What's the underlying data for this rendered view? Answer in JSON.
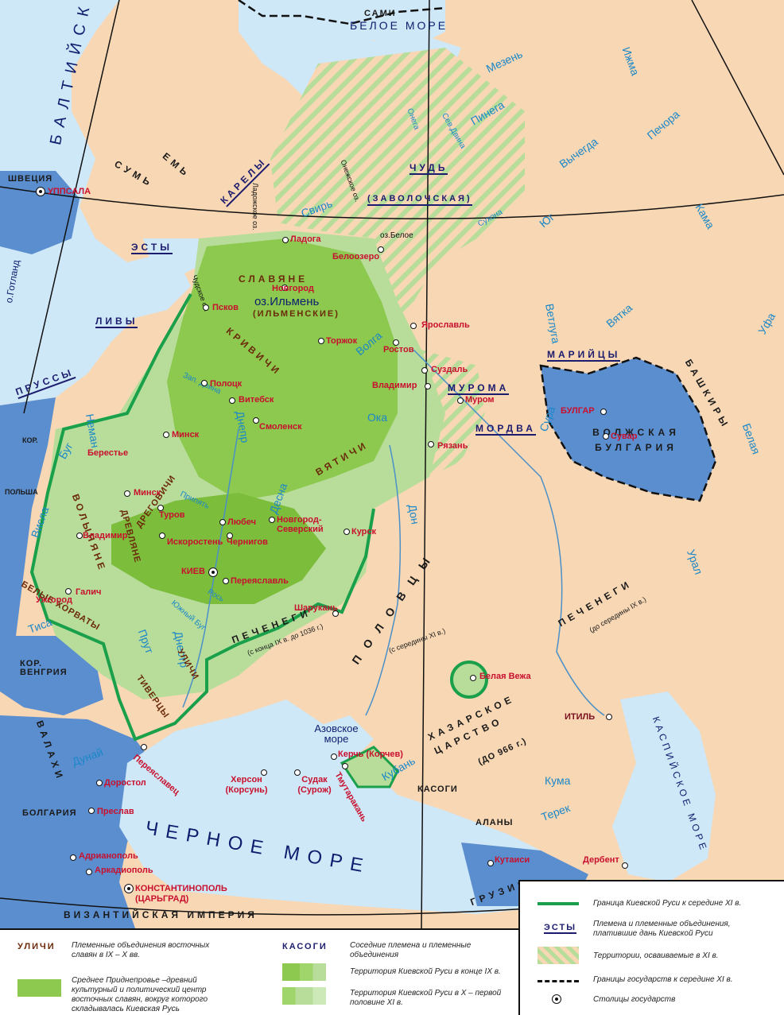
{
  "seas": {
    "baltic": "БАЛТИЙСКОЕ МОРЕ",
    "white": "БЕЛОЕ МОРЕ",
    "black": "ЧЕРНОЕ МОРЕ",
    "azov": "Азовское море",
    "caspian": "КАСПИЙСКОЕ МОРЕ"
  },
  "lakes": {
    "ilmen": "оз.Ильмень",
    "beloe": "оз.Белое",
    "ladoga": "Ладожское оз.",
    "onega": "Онежское оз.",
    "chudskoe": "Чудское оз."
  },
  "rivers": [
    "Мезень",
    "Ижма",
    "Печора",
    "Вычегда",
    "Пинега",
    "Онега",
    "Сев.Двина",
    "Свирь",
    "Сухона",
    "Юг",
    "Кама",
    "Вятка",
    "Ветлуга",
    "Уфа",
    "Волга",
    "Ока",
    "Сура",
    "Белая",
    "Урал",
    "Дон",
    "Днепр",
    "Десна",
    "Припять",
    "Зап. Двина",
    "Неман",
    "Буг",
    "Висла",
    "Южный Буг",
    "Рось",
    "Днестр",
    "Прут",
    "Тиса",
    "Дунай",
    "Кубань",
    "Кума",
    "Терек"
  ],
  "tribes_east_slavic": [
    "СЛАВЯНЕ",
    "(ИЛЬМЕНСКИЕ)",
    "КРИВИЧИ",
    "ВЯТИЧИ",
    "ДРЕГОВИЧИ",
    "ДРЕВЛЯНЕ",
    "ВОЛЫНЯНЕ",
    "БЕЛЫЕ ХОРВАТЫ",
    "УЛИЧИ",
    "ТИВЕРЦЫ"
  ],
  "tribes_tributary": [
    "КАРЕЛЫ",
    "ЧУДЬ",
    "(ЗАВОЛОЧСКАЯ)",
    "ЭСТЫ",
    "ЛИВЫ",
    "ПРУССЫ",
    "МУРОМА",
    "МОРДВА",
    "МАРИЙЦЫ"
  ],
  "neighbors": [
    "САМИ",
    "ЕМЬ",
    "СУМЬ",
    "ШВЕЦИЯ",
    "ПОЛЬША",
    "КОР. ВЕНГРИЯ",
    "ВАЛАХИ",
    "БОЛГАРИЯ",
    "ВИЗАНТИЙСКАЯ ИМПЕРИЯ",
    "ПЕЧЕНЕГИ",
    "(с конца IX в. до 1036 г.)",
    "ПОЛОВЦЫ",
    "(с середины XI в.)",
    "ПЕЧЕНЕГИ",
    "(до середины IX в.)",
    "ХАЗАРСКОЕ ЦАРСТВО",
    "(ДО 966 г.)",
    "ВОЛЖСКАЯ БУЛГАРИЯ",
    "БАШКИРЫ",
    "КАСОГИ",
    "АЛАНЫ",
    "ГРУЗИЯ",
    "КОР."
  ],
  "cities": [
    "Новгород",
    "Ладога",
    "Белоозеро",
    "Псков",
    "Торжок",
    "Ярославль",
    "Ростов",
    "Суздаль",
    "Владимир",
    "Муром",
    "Рязань",
    "Полоцк",
    "Витебск",
    "Смоленск",
    "Минск",
    "Берестье",
    "Минск",
    "Туров",
    "Любеч",
    "Новгород-Северский",
    "Чернигов",
    "Курск",
    "Владимир",
    "Искоростень",
    "КИЕВ",
    "Переяславль",
    "Галич",
    "Ужгород",
    "Шарукань",
    "Белая Вежа",
    "ИТИЛЬ",
    "БУЛГАР",
    "Сувар",
    "Керчь (Корчев)",
    "Тмутаракань",
    "Херсон (Корсунь)",
    "Судак (Сурож)",
    "Переяславец",
    "Доростол",
    "Преслав",
    "Адрианополь",
    "Аркадиополь",
    "КОНСТАНТИНОПОЛЬ (ЦАРЬГРАД)",
    "Кутаиси",
    "Дербент",
    "УППСАЛА",
    "о.Готланд"
  ],
  "legend": {
    "left": [
      {
        "key": "УЛИЧИ",
        "text": "Племенные объединения восточных славян в IX – X вв."
      },
      {
        "key": "",
        "text": "Среднее Приднепровье –древний культурный и политический центр восточных славян, вокруг которого складывалась Киевская Русь"
      }
    ],
    "middle": [
      {
        "key": "КАСОГИ",
        "text": "Соседние племена и племенные объединения"
      },
      {
        "key": "",
        "text": "Территория Киевской Руси в конце IX в."
      },
      {
        "key": "",
        "text": "Территория Киевской Руси в X – первой половине XI в."
      }
    ],
    "right": [
      {
        "key": "",
        "text": "Граница Киевской Руси к середине XI в."
      },
      {
        "key": "ЭСТЫ",
        "text": "Племена и племенные объединения, платившие дань Киевской Руси"
      },
      {
        "key": "",
        "text": "Территории, осваиваемые в XI в."
      },
      {
        "key": "",
        "text": "Границы государств к середине XI в."
      },
      {
        "key": "",
        "text": "Столицы государств"
      }
    ]
  },
  "colors": {
    "land": "#f8d7b4",
    "water": "#cfe8f7",
    "foreign_state": "#5b8ecf",
    "rus_core": "#8cc94e",
    "rus_late": "#b8dd9a",
    "border_green": "#1aa04a",
    "city_red": "#c8102e",
    "tribe_brown": "#6b2a0a",
    "tribe_blue": "#1c1c6e"
  }
}
